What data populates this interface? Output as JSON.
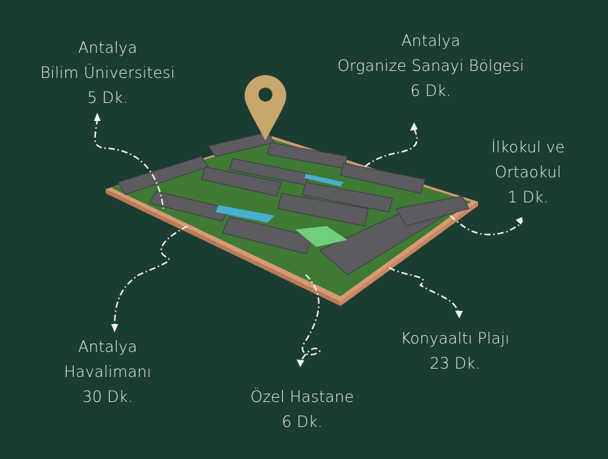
{
  "colors": {
    "background": "#1b3c33",
    "text": "#eef2ef",
    "pin": "#c9a66b",
    "platform_edge": "#d79a74",
    "grass": "#3f7a35"
  },
  "locations": [
    {
      "lines": [
        "Antalya",
        "Bilim Üniversitesi",
        "5 Dk."
      ]
    },
    {
      "lines": [
        "Antalya",
        "Organize Sanayi Bölgesi",
        "6 Dk."
      ]
    },
    {
      "lines": [
        "İlkokul ve",
        "Ortaokul",
        "1 Dk."
      ]
    },
    {
      "lines": [
        "Antalya",
        "Havalimanı",
        "30 Dk."
      ]
    },
    {
      "lines": [
        "Özel Hastane",
        "6 Dk."
      ]
    },
    {
      "lines": [
        "Konyaaltı Plajı",
        "23 Dk."
      ]
    }
  ]
}
